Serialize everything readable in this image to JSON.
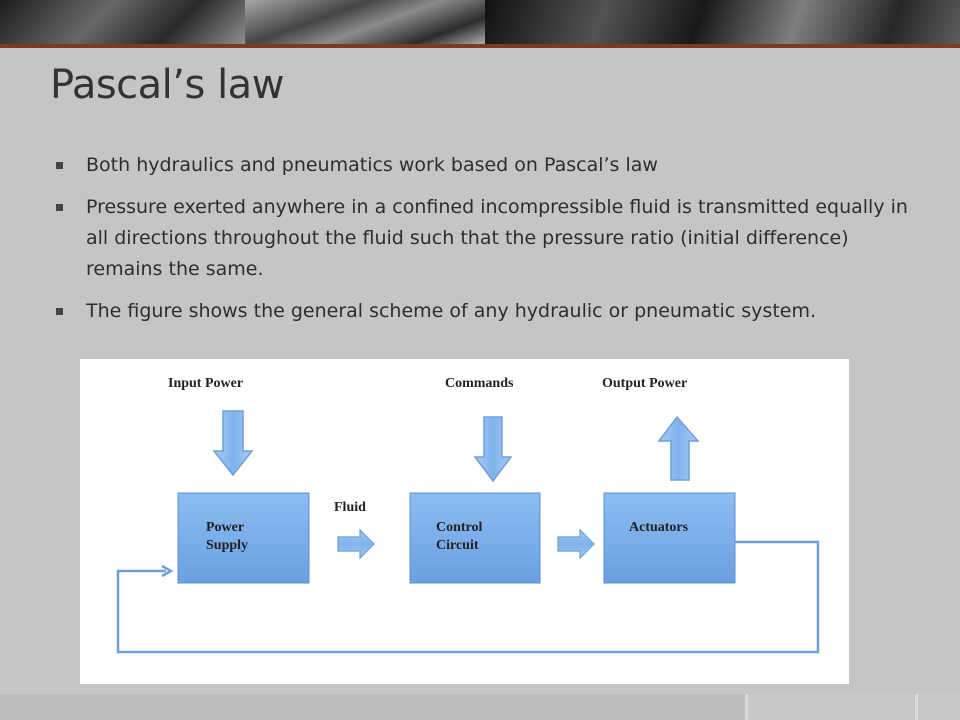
{
  "slide": {
    "title": "Pascal’s law",
    "bullets": [
      "Both hydraulics and pneumatics work based on Pascal’s law",
      "Pressure exerted anywhere in a confined incompressible fluid is transmitted equally in all directions throughout the fluid such that the pressure ratio (initial difference) remains the same.",
      "The figure shows the general scheme of any hydraulic or pneumatic system."
    ]
  },
  "diagram": {
    "labels": {
      "input_power": "Input Power",
      "commands": "Commands",
      "output_power": "Output Power",
      "fluid": "Fluid"
    },
    "boxes": {
      "power_supply": [
        "Power",
        "Supply"
      ],
      "control_circuit": [
        "Control",
        "Circuit"
      ],
      "actuators": "Actuators"
    }
  },
  "colors": {
    "banner_rule": "#7a3a24",
    "box_fill": "#7aaeea",
    "arrow_fill": "#8ab8ec",
    "loop_line": "#6f9fd8",
    "background": "#c5c5c5"
  }
}
